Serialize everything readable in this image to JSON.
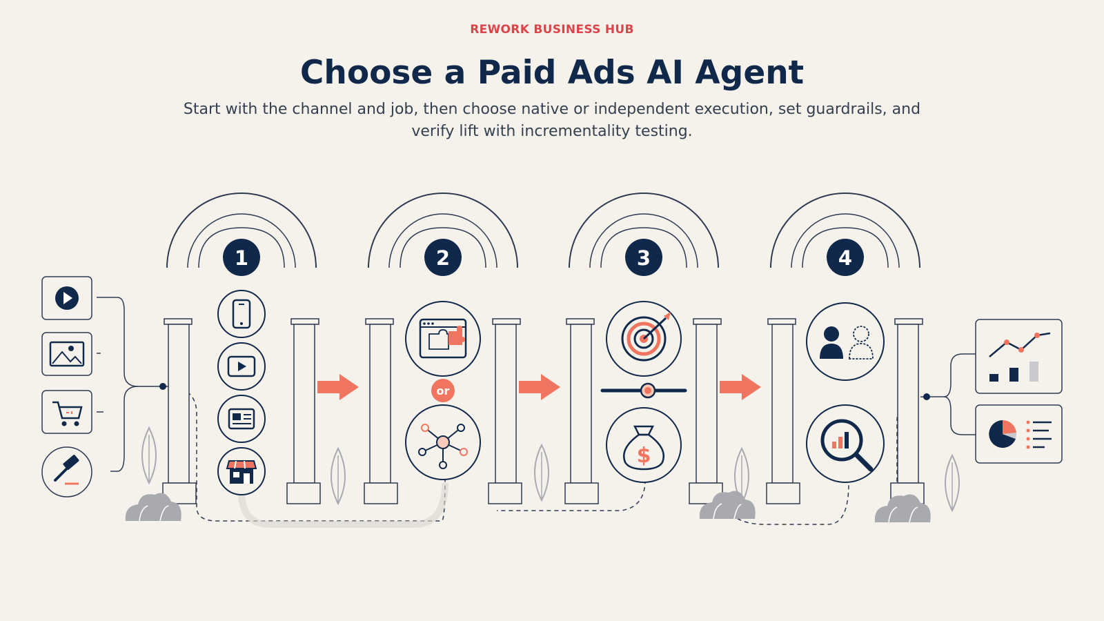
{
  "header": {
    "brand": "REWORK BUSINESS HUB",
    "title": "Choose a Paid Ads AI Agent",
    "subtitle": "Start with the channel and job, then choose native or independent execution, set guardrails, and verify lift with incrementality testing."
  },
  "steps": [
    {
      "number": "1",
      "icons": [
        "mobile-icon",
        "video-icon",
        "news-feed-icon",
        "storefront-icon"
      ]
    },
    {
      "number": "2",
      "connector": "or",
      "icons": [
        "platform-puzzle-icon",
        "network-hub-icon"
      ]
    },
    {
      "number": "3",
      "icons": [
        "target-icon",
        "budget-slider-icon",
        "money-bag-icon"
      ]
    },
    {
      "number": "4",
      "icons": [
        "audience-icon",
        "analytics-magnifier-icon"
      ]
    }
  ],
  "inputs": [
    "video-ad-icon",
    "image-ad-icon",
    "shopping-cart-icon",
    "auction-gavel-icon"
  ],
  "outputs": [
    "trend-chart-icon",
    "pie-report-icon"
  ],
  "colors": {
    "background": "#f5f2eb",
    "navy": "#10284a",
    "accent": "#f07560",
    "brand_red": "#d9454a",
    "line": "#2e3a52",
    "plant": "#a9aab0"
  }
}
